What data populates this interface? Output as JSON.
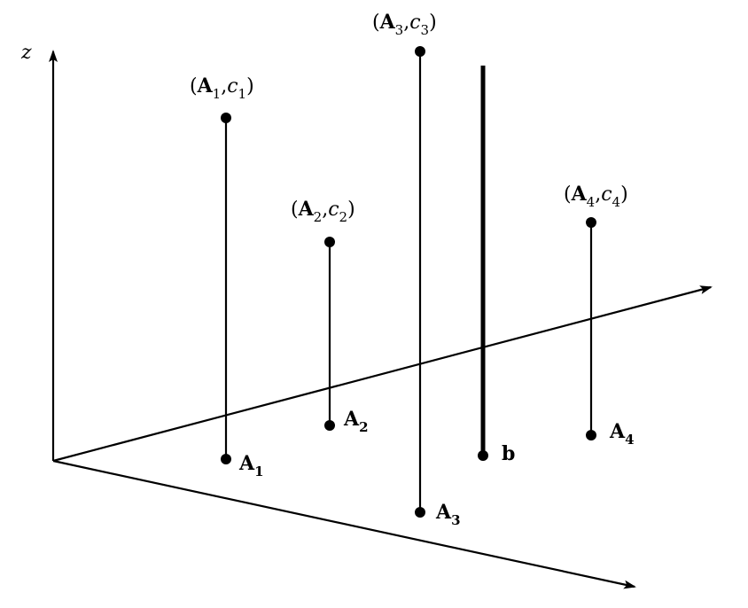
{
  "axes": {
    "z_label": "z"
  },
  "points": [
    {
      "id": "A1",
      "base_name": "A",
      "base_sub": "1",
      "top_name": "A",
      "top_sub": "1",
      "c_name": "c",
      "c_sub": "1"
    },
    {
      "id": "A2",
      "base_name": "A",
      "base_sub": "2",
      "top_name": "A",
      "top_sub": "2",
      "c_name": "c",
      "c_sub": "2"
    },
    {
      "id": "A3",
      "base_name": "A",
      "base_sub": "3",
      "top_name": "A",
      "top_sub": "3",
      "c_name": "c",
      "c_sub": "3"
    },
    {
      "id": "A4",
      "base_name": "A",
      "base_sub": "4",
      "top_name": "A",
      "top_sub": "4",
      "c_name": "c",
      "c_sub": "4"
    }
  ],
  "b_line": {
    "label": "b"
  },
  "punctuation": {
    "open": "(",
    "comma": ",",
    "close": ")"
  },
  "colors": {
    "ink": "#000000",
    "background": "#ffffff"
  }
}
